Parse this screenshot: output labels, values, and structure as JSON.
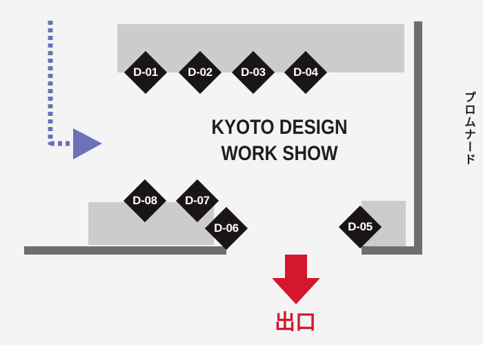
{
  "title": {
    "line1": "KYOTO DESIGN",
    "line2": "WORK SHOW"
  },
  "booths": [
    {
      "id": "D-01"
    },
    {
      "id": "D-02"
    },
    {
      "id": "D-03"
    },
    {
      "id": "D-04"
    },
    {
      "id": "D-05"
    },
    {
      "id": "D-06"
    },
    {
      "id": "D-07"
    },
    {
      "id": "D-08"
    }
  ],
  "promenade_label": "プロムナード",
  "exit_label": "出口",
  "colors": {
    "booth": "#1b1616",
    "booth_text": "#ffffff",
    "block": "#cccccc",
    "wall": "#6e6e6e",
    "entrance_arrow": "#6b72b7",
    "exit_arrow": "#d5172c",
    "background": "#f4f4f4"
  },
  "icons": {
    "entrance": "dotted-arrow-right-icon",
    "exit": "arrow-down-icon"
  }
}
